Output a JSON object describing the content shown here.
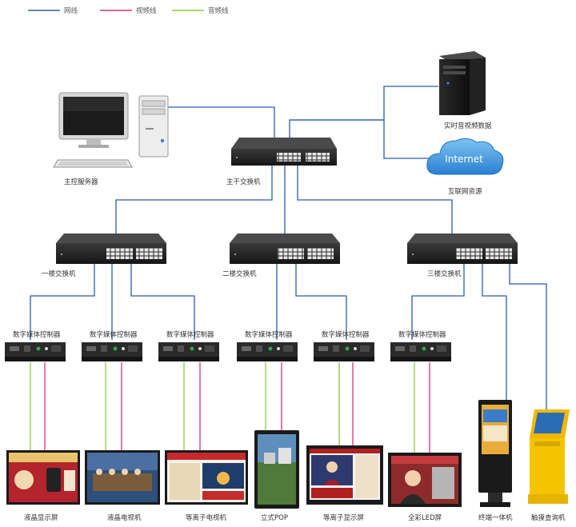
{
  "legend": {
    "items": [
      {
        "label": "网线",
        "color": "#2a5ba8"
      },
      {
        "label": "视频线",
        "color": "#e0307a"
      },
      {
        "label": "音频线",
        "color": "#8cc63f"
      }
    ]
  },
  "colors": {
    "network": "#2a5ba8",
    "video": "#e0307a",
    "audio": "#8cc63f"
  },
  "top": {
    "server_label": "主控服务器",
    "main_switch_label": "主干交换机",
    "media_server_label": "实时音视频数据",
    "cloud_text": "Internet",
    "cloud_label": "互联网资源"
  },
  "floor_switches": [
    {
      "label": "一楼交换机"
    },
    {
      "label": "二楼交换机"
    },
    {
      "label": "三楼交换机"
    }
  ],
  "controllers": [
    {
      "label": "数字媒体控制器"
    },
    {
      "label": "数字媒体控制器"
    },
    {
      "label": "数字媒体控制器"
    },
    {
      "label": "数字媒体控制器"
    },
    {
      "label": "数字媒体控制器"
    },
    {
      "label": "数字媒体控制器"
    }
  ],
  "displays": [
    {
      "label": "液晶显示屏"
    },
    {
      "label": "液晶电视机"
    },
    {
      "label": "等离子电视机"
    },
    {
      "label": "立式POP"
    },
    {
      "label": "等离子显示屏"
    },
    {
      "label": "全彩LED屏"
    },
    {
      "label": "终端一体机"
    },
    {
      "label": "触摸查询机"
    }
  ]
}
